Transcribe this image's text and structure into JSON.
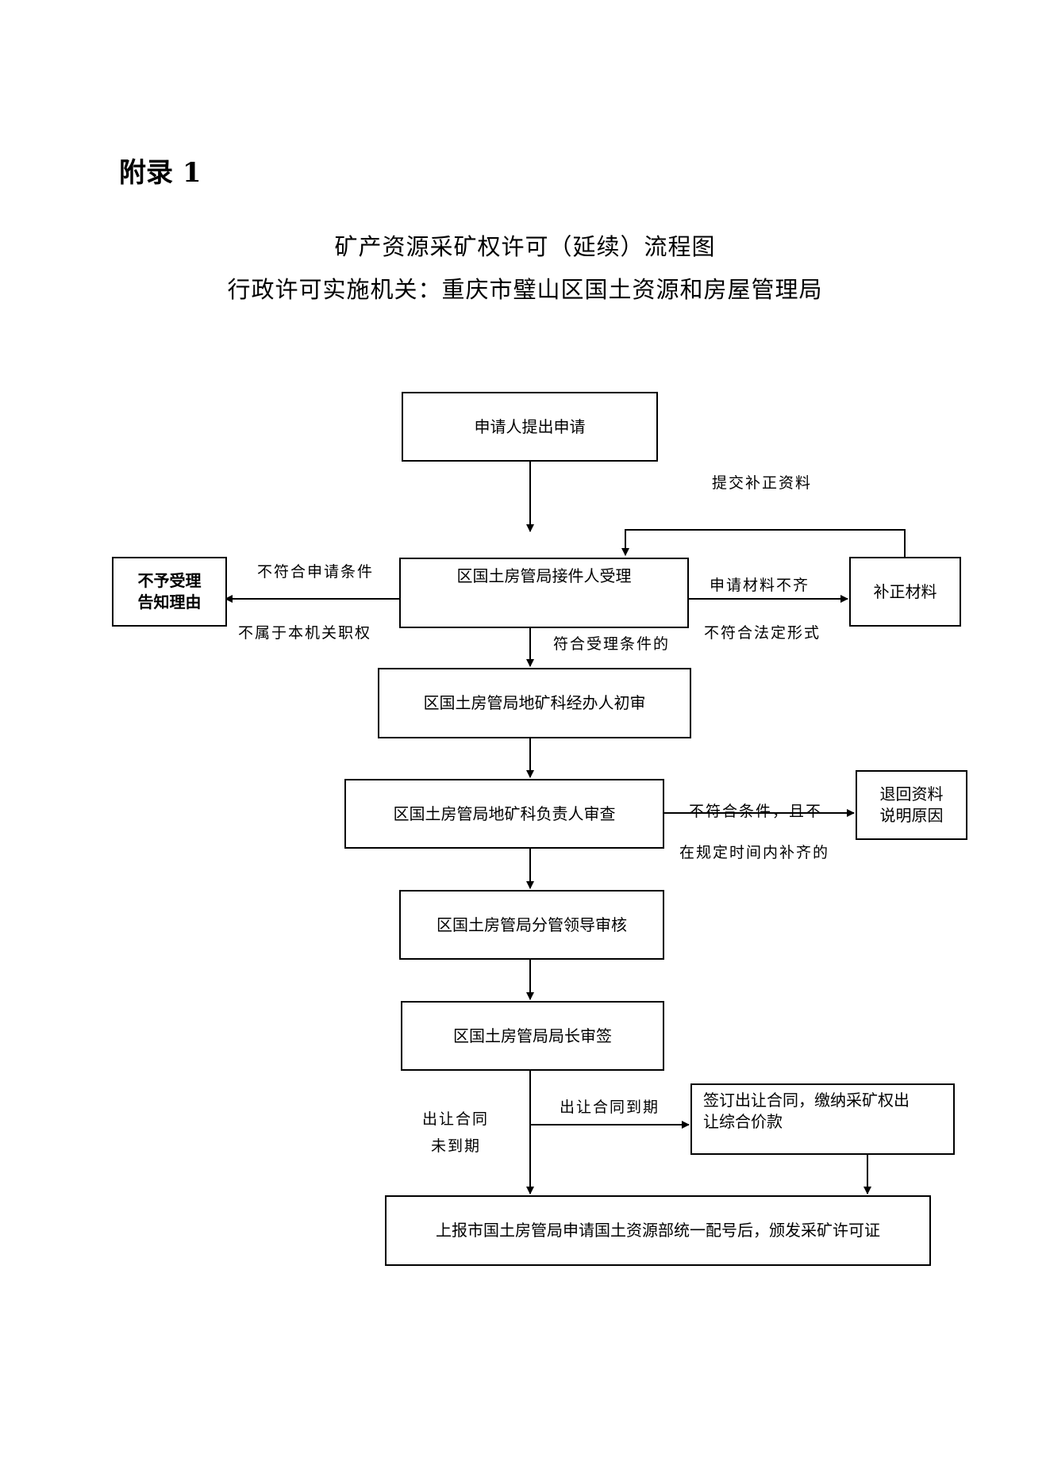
{
  "header": {
    "appendix": "附录 1",
    "title": "矿产资源采矿权许可（延续）流程图",
    "subtitle": "行政许可实施机关：重庆市璧山区国土资源和房屋管理局"
  },
  "nodes": {
    "apply": "申请人提出申请",
    "accept": "区国土房管局接件人受理",
    "reject_1": "不予受理",
    "reject_2": "告知理由",
    "supplement": "补正材料",
    "first_review": "区国土房管局地矿科经办人初审",
    "review": "区国土房管局地矿科负责人审查",
    "return_1": "退回资料",
    "return_2": "说明原因",
    "leader_check": "区国土房管局分管领导审核",
    "director_sign": "区国土房管局局长审签",
    "contract_1": "签订出让合同，缴纳采矿权出",
    "contract_2": "让综合价款",
    "final": "上报市国土房管局申请国土资源部统一配号后，颁发采矿许可证"
  },
  "edge_labels": {
    "submit_supplement": "提交补正资料",
    "not_meet_conditions": "不符合申请条件",
    "not_in_jurisdiction": "不属于本机关职权",
    "materials_incomplete": "申请材料不齐",
    "not_legal_form": "不符合法定形式",
    "meets_acceptance": "符合受理条件的",
    "not_meet_not_supplemented_1": "不符合条件，且不",
    "not_meet_not_supplemented_2": "在规定时间内补齐的",
    "contract_not_expired_1": "出让合同",
    "contract_not_expired_2": "未到期",
    "contract_expired": "出让合同到期"
  }
}
